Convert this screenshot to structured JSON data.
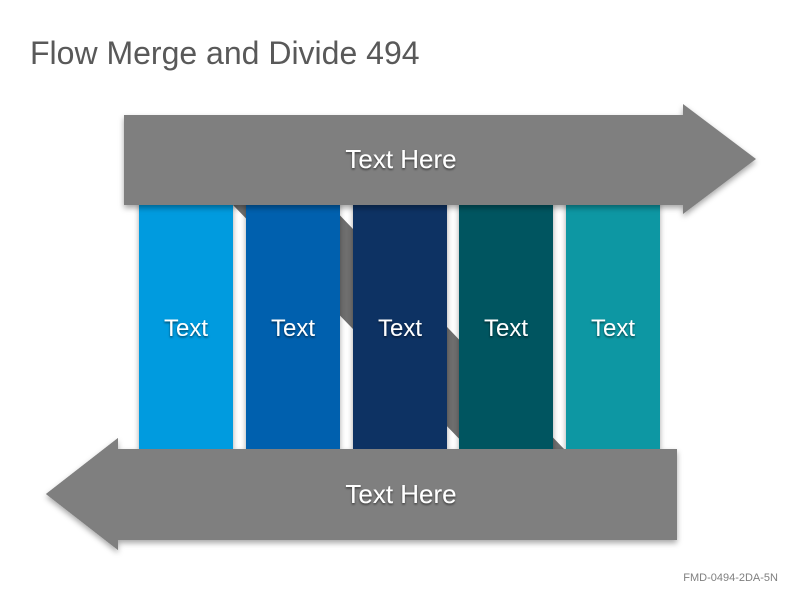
{
  "title": "Flow Merge and Divide 494",
  "top_arrow": {
    "label": "Text Here"
  },
  "bottom_arrow": {
    "label": "Text Here"
  },
  "columns": [
    {
      "label": "Text",
      "color": "#039BDF"
    },
    {
      "label": "Text",
      "color": "#0460AE"
    },
    {
      "label": "Text",
      "color": "#0A3263"
    },
    {
      "label": "Text",
      "color": "#025460"
    },
    {
      "label": "Text",
      "color": "#0897A3"
    }
  ],
  "arrow_color": "#7F7F7F",
  "diagonal_color": "#6F6F6F",
  "footer_code": "FMD-0494-2DA-5N"
}
